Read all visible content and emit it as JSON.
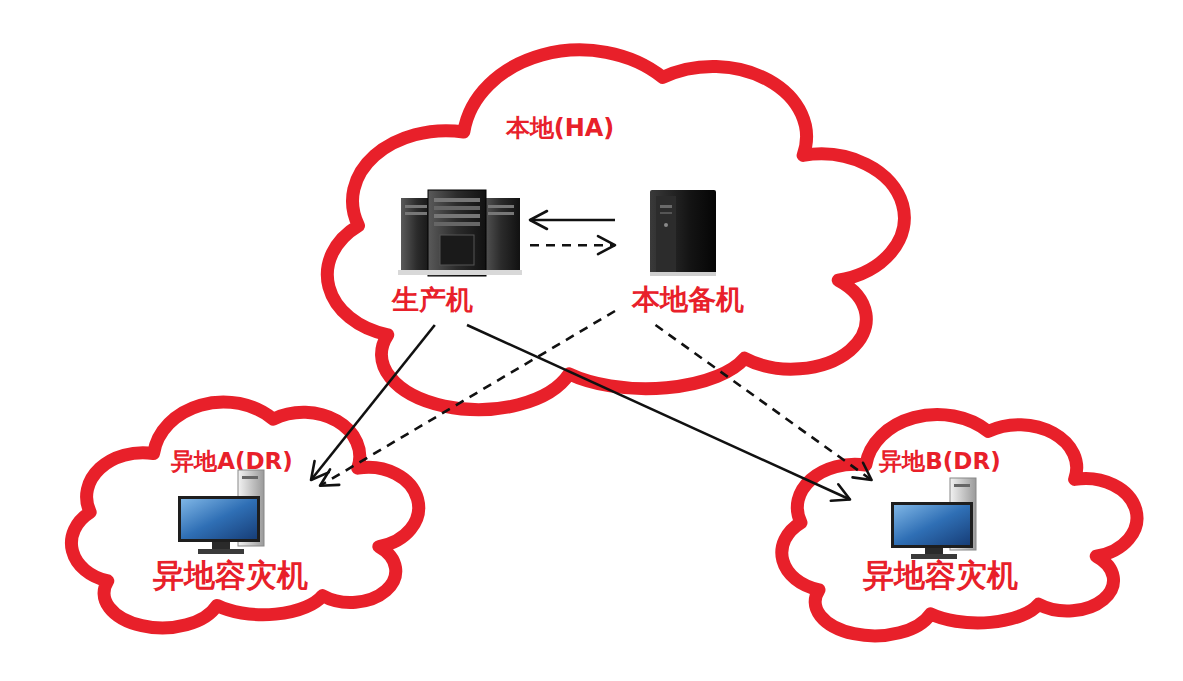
{
  "diagram": {
    "nodes": [
      {
        "text": [
          "本地(HA)"
        ]
      },
      {
        "text": [
          "生产机"
        ],
        "in": 0
      },
      {
        "text": [
          "本地备机"
        ],
        "in": 0
      },
      {
        "text": [
          "异地A(DR)"
        ]
      },
      {
        "text": [
          "异地容灾机"
        ],
        "in": 3
      },
      {
        "text": [
          "异地B(DR)"
        ]
      },
      {
        "text": [
          "异地容灾机"
        ],
        "in": 5
      }
    ],
    "edges": [
      {
        "from": 2,
        "to": 1,
        "arrow": "to"
      },
      {
        "from": 1,
        "to": 2,
        "arrow": "to"
      },
      {
        "from": 1,
        "to": 4,
        "arrow": "to"
      },
      {
        "from": 1,
        "to": 6,
        "arrow": "to"
      },
      {
        "from": 2,
        "to": 4,
        "arrow": "to"
      },
      {
        "from": 2,
        "to": 6,
        "arrow": "to"
      }
    ]
  }
}
